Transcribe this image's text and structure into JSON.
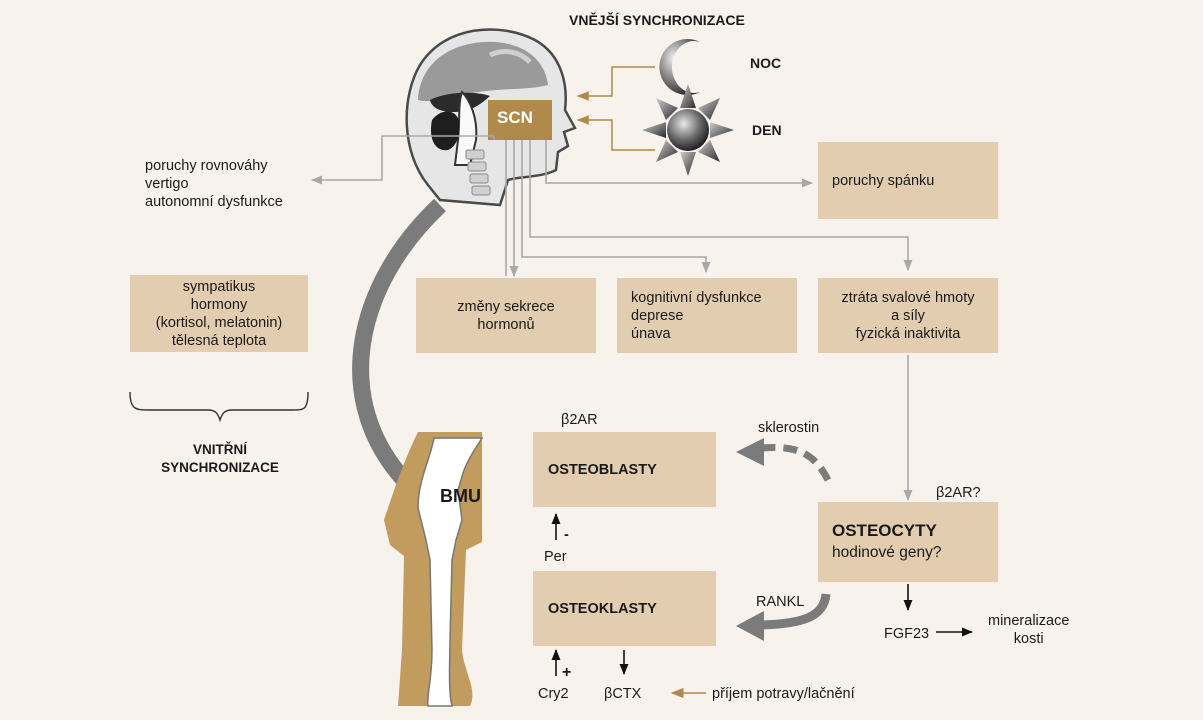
{
  "external": {
    "heading": "VNĚJŠÍ SYNCHRONIZACE",
    "night": "NOC",
    "day": "DEN"
  },
  "scn": "SCN",
  "left_effects": [
    "poruchy rovnováhy",
    "vertigo",
    "autonomní dysfunkce"
  ],
  "internal": {
    "box": [
      "sympatikus",
      "hormony",
      "(kortisol, melatonin)",
      "tělesná teplota"
    ],
    "heading": [
      "VNITŘNÍ",
      "SYNCHRONIZACE"
    ]
  },
  "boxes": {
    "sleep": "poruchy spánku",
    "hormones": "změny sekrece\nhormonů",
    "cognitive": "kognitivní dysfunkce\ndeprese\núnava",
    "muscle": "ztráta svalové hmoty\na síly\nfyzická inaktivita"
  },
  "bone": {
    "bmu": "BMU",
    "osteoblasts": "OSTEOBLASTY",
    "osteoclasts": "OSTEOKLASTY",
    "osteocytes_title": "OSTEOCYTY",
    "osteocytes_sub": "hodinové geny?",
    "b2ar": "β2AR",
    "b2ar_q": "β2AR?",
    "sclerostin": "sklerostin",
    "rankl": "RANKL",
    "per": "Per",
    "minus": "-",
    "cry2": "Cry2",
    "plus": "+",
    "bctx": "βCTX",
    "food": "příjem potravy/lačnění",
    "fgf23": "FGF23",
    "mineralization": "mineralizace\nkosti"
  },
  "colors": {
    "background": "#f7f2ec",
    "box": "#e3cdb0",
    "accent": "#b08a4a",
    "grey_arrow": "#8a8a8a",
    "connector": "#a8a8a8"
  }
}
